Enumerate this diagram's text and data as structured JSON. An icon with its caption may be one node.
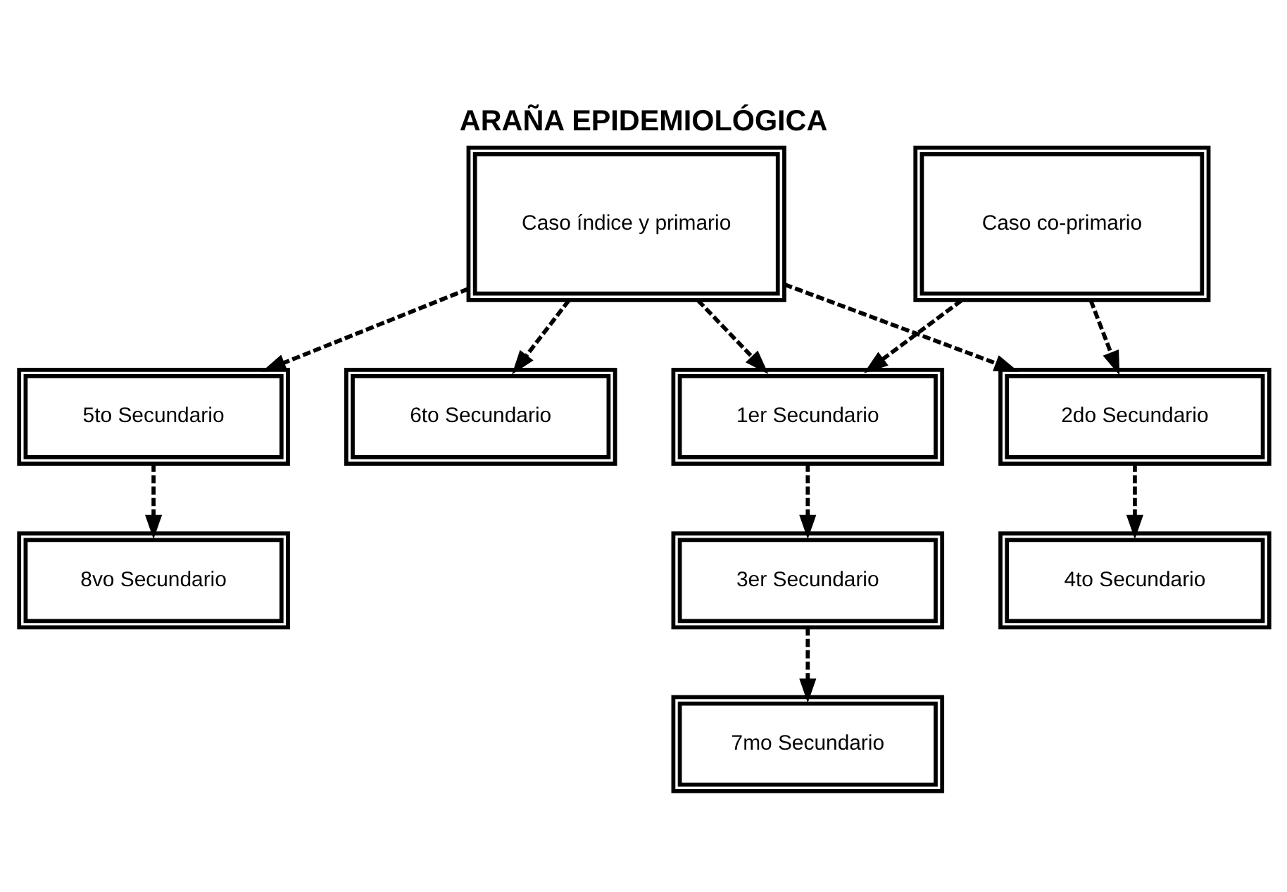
{
  "diagram": {
    "title": "ARAÑA EPIDEMIOLÓGICA",
    "nodes": [
      {
        "text": [
          "Caso índice y primario"
        ]
      },
      {
        "text": [
          "Caso co-primario"
        ]
      },
      {
        "text": [
          "5to Secundario"
        ]
      },
      {
        "text": [
          "1er Secundario"
        ]
      },
      {
        "text": [
          "3er Secundario"
        ]
      },
      {
        "text": [
          "6to Secundario"
        ]
      },
      {
        "text": [
          "2do Secundario"
        ]
      },
      {
        "text": [
          "7mo Secundario"
        ]
      },
      {
        "text": [
          "4to Secundario"
        ]
      },
      {
        "text": [
          "8vo Secundario"
        ]
      }
    ],
    "edges": [
      {
        "from": 0,
        "to": 2,
        "arrow": "to",
        "style": "dashed"
      },
      {
        "from": 0,
        "to": 5,
        "arrow": "to",
        "style": "dashed"
      },
      {
        "from": 0,
        "to": 6,
        "arrow": "to",
        "style": "dashed"
      },
      {
        "from": 0,
        "to": 3,
        "arrow": "to",
        "style": "dashed"
      },
      {
        "from": 1,
        "to": 3,
        "arrow": "to",
        "style": "dashed"
      },
      {
        "from": 1,
        "to": 6,
        "arrow": "to",
        "style": "dashed"
      },
      {
        "from": 3,
        "to": 4,
        "arrow": "to",
        "style": "dashed"
      },
      {
        "from": 4,
        "to": 7,
        "arrow": "to",
        "style": "dashed"
      },
      {
        "from": 6,
        "to": 8,
        "arrow": "to",
        "style": "dashed"
      },
      {
        "from": 2,
        "to": 9,
        "arrow": "to",
        "style": "dashed"
      }
    ]
  }
}
